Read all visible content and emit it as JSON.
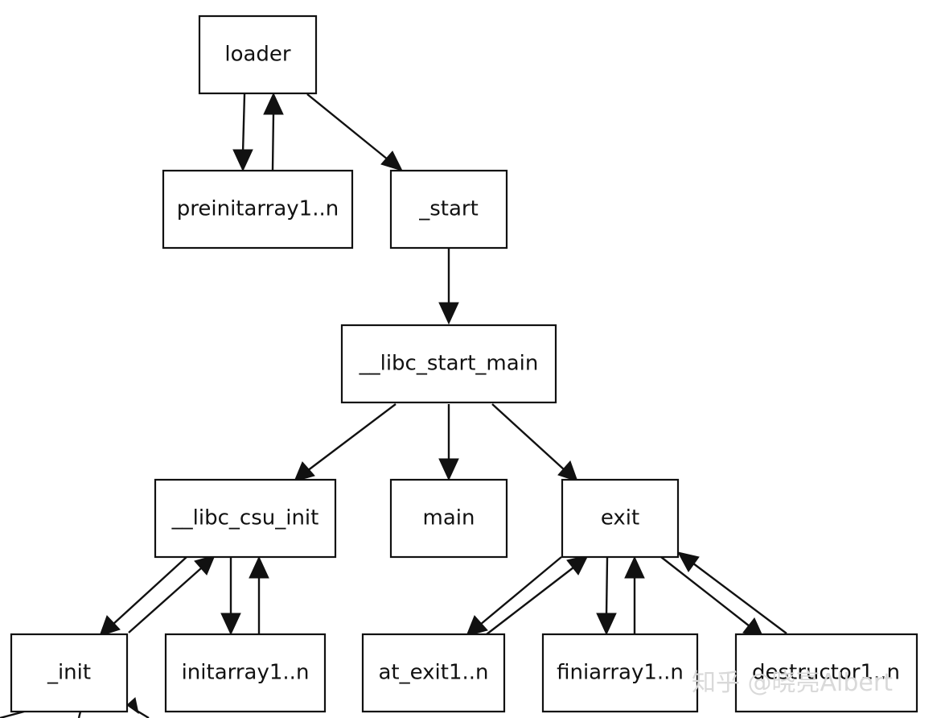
{
  "nodes": {
    "loader": "loader",
    "preinitarray": "preinitarray1..n",
    "start": "_start",
    "libc_start_main": "__libc_start_main",
    "libc_csu_init": "__libc_csu_init",
    "main": "main",
    "exit": "exit",
    "init": "_init",
    "initarray": "initarray1..n",
    "at_exit": "at_exit1..n",
    "finiarray": "finiarray1..n",
    "destructor": "destructor1..n"
  },
  "edges": [
    {
      "from": "loader",
      "to": "preinitarray"
    },
    {
      "from": "preinitarray",
      "to": "loader"
    },
    {
      "from": "loader",
      "to": "start"
    },
    {
      "from": "start",
      "to": "libc_start_main"
    },
    {
      "from": "libc_start_main",
      "to": "libc_csu_init"
    },
    {
      "from": "libc_start_main",
      "to": "main"
    },
    {
      "from": "libc_start_main",
      "to": "exit"
    },
    {
      "from": "libc_csu_init",
      "to": "init"
    },
    {
      "from": "init",
      "to": "libc_csu_init"
    },
    {
      "from": "libc_csu_init",
      "to": "initarray"
    },
    {
      "from": "initarray",
      "to": "libc_csu_init"
    },
    {
      "from": "exit",
      "to": "at_exit"
    },
    {
      "from": "at_exit",
      "to": "exit"
    },
    {
      "from": "exit",
      "to": "finiarray"
    },
    {
      "from": "finiarray",
      "to": "exit"
    },
    {
      "from": "exit",
      "to": "destructor"
    },
    {
      "from": "destructor",
      "to": "exit"
    }
  ],
  "watermark": "知乎 @晓亮Albert"
}
